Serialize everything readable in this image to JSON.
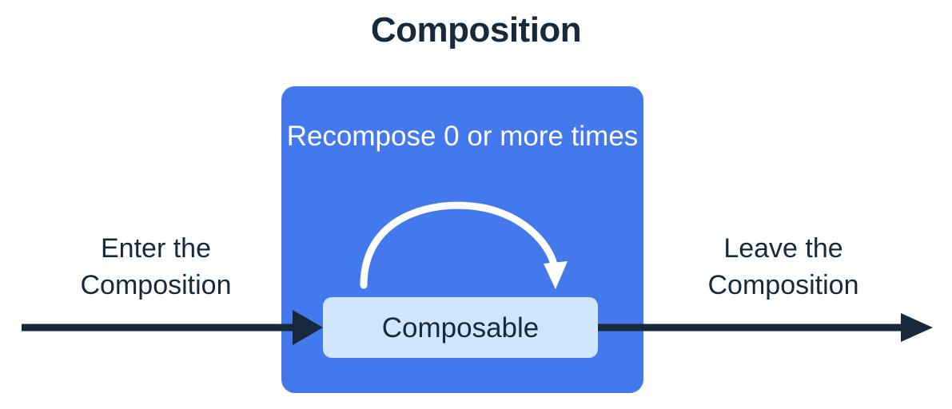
{
  "diagram": {
    "title": "Composition",
    "type": "flow-diagram",
    "colors": {
      "background": "#ffffff",
      "title_text": "#17293a",
      "composition_box": "#4479ed",
      "composable_box": "#cfe6fc",
      "composable_text": "#17293a",
      "recompose_text": "#ffffff",
      "arrow_dark": "#17293a",
      "arrow_light": "#ffffff",
      "side_label_text": "#17293a"
    },
    "composition_box": {
      "label": "Recompose 0 or\nmore times",
      "name": "Composition"
    },
    "composable_box": {
      "label": "Composable"
    },
    "left_label": "Enter the\nComposition",
    "right_label": "Leave the\nComposition",
    "arrows": {
      "enter_arrow": "arrow-right-into-composable",
      "leave_arrow": "arrow-right-out-of-composable",
      "recompose_arrow": "curved-loop-arrow"
    }
  }
}
